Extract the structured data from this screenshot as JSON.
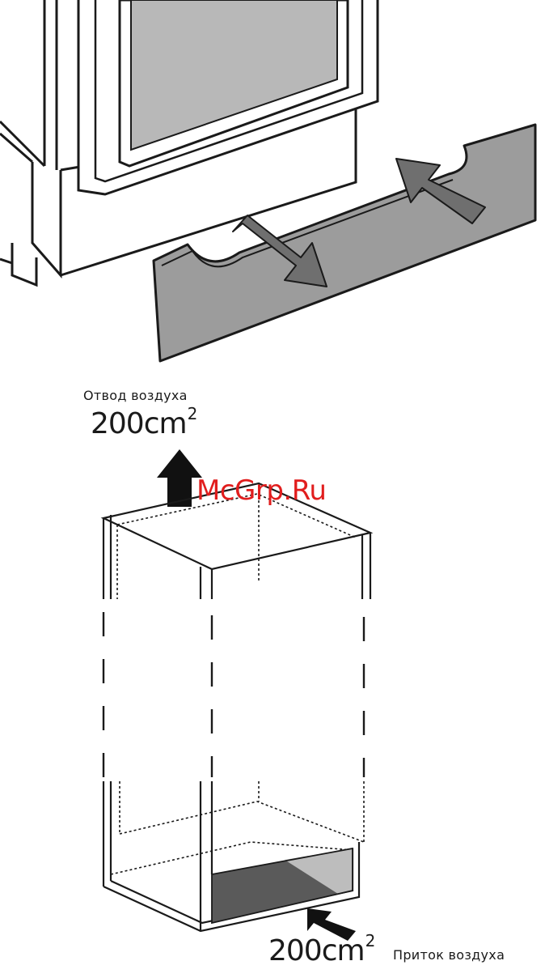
{
  "exhaust": {
    "label": "Отвод воздуха",
    "area_value": "200cm",
    "area_exp": "2"
  },
  "intake": {
    "label": "Приток воздуха",
    "area_value": "200cm",
    "area_exp": "2"
  },
  "watermark": {
    "text": "McGrp.Ru"
  },
  "colors": {
    "line": "#1a1a1a",
    "panel_gray": "#9c9c9c",
    "arrow_gray": "#6f6f6f",
    "window_gray": "#b8b8b8",
    "vent_dark": "#5a5a5a",
    "vent_light": "#bdbdbd",
    "watermark": "#e11d1d"
  }
}
